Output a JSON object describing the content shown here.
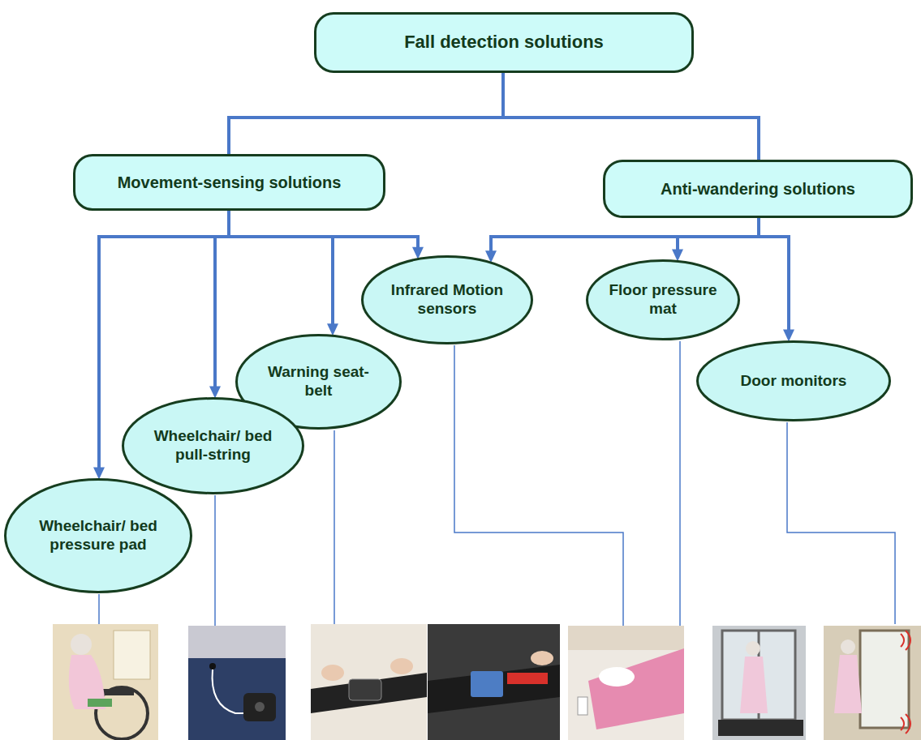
{
  "diagram": {
    "nodes": [
      {
        "text": [
          "Fall detection solutions"
        ]
      },
      {
        "text": [
          "Movement-sensing solutions"
        ]
      },
      {
        "text": [
          "Anti-wandering solutions"
        ]
      },
      {
        "text": [
          "Infrared Motion sensors"
        ]
      },
      {
        "text": [
          "Floor pressure mat"
        ]
      },
      {
        "text": [
          "Warning seat-belt"
        ]
      },
      {
        "text": [
          "Door monitors"
        ]
      },
      {
        "text": [
          "Wheelchair/ bed pull-string"
        ]
      },
      {
        "text": [
          "Wheelchair/ bed pressure pad"
        ]
      }
    ],
    "edges": [
      {
        "from": 0,
        "to": 1,
        "arrow": "none"
      },
      {
        "from": 0,
        "to": 2,
        "arrow": "none"
      },
      {
        "from": 1,
        "to": 8,
        "arrow": "to"
      },
      {
        "from": 1,
        "to": 7,
        "arrow": "to"
      },
      {
        "from": 1,
        "to": 5,
        "arrow": "to"
      },
      {
        "from": 1,
        "to": 3,
        "arrow": "to"
      },
      {
        "from": 2,
        "to": 3,
        "arrow": "to"
      },
      {
        "from": 2,
        "to": 4,
        "arrow": "to"
      },
      {
        "from": 2,
        "to": 6,
        "arrow": "to"
      }
    ]
  }
}
